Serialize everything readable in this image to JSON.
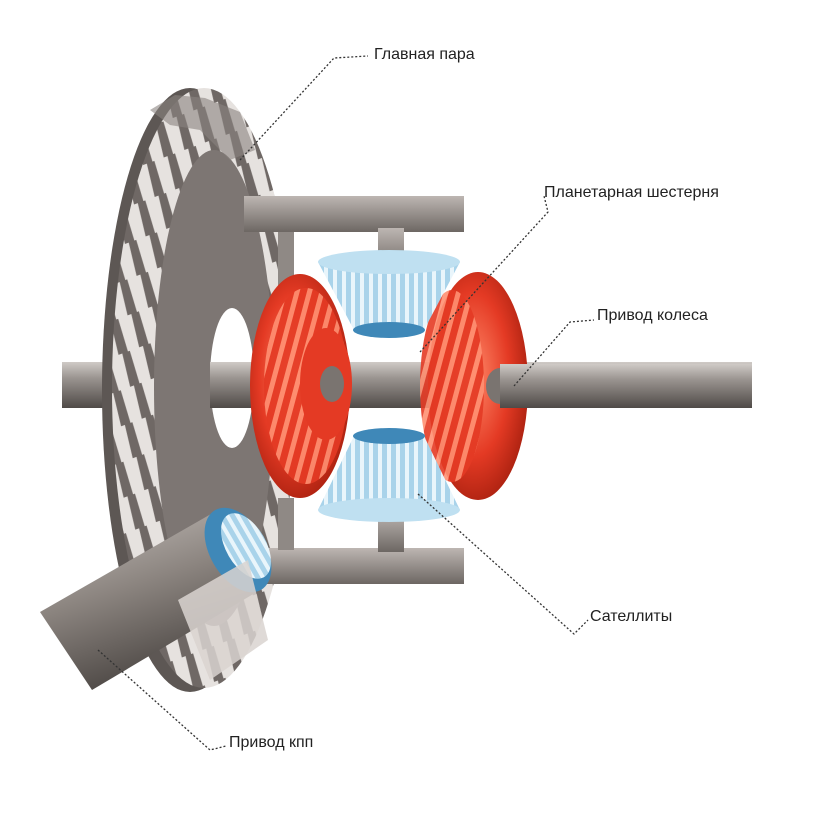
{
  "labels": {
    "main_pair": "Главная пара",
    "planetary_gear": "Планетарная шестерня",
    "wheel_drive": "Привод колеса",
    "satellites": "Сателлиты",
    "gearbox_drive": "Привод кпп"
  },
  "colors": {
    "ring_gear": "#7d7673",
    "side_gear": "#e43a24",
    "satellite_gear": "#8fc4e0",
    "shaft": "#8f8a86",
    "carrier": "#9b9490",
    "leader_line": "#333333"
  }
}
